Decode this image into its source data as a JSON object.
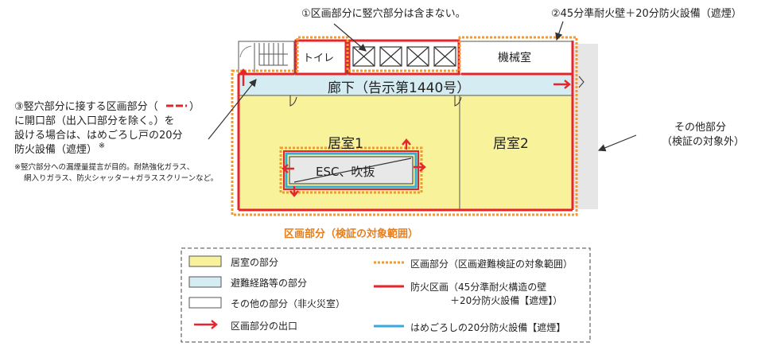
{
  "annotations": {
    "note1": "①区画部分に竪穴部分は含まない。",
    "note2": "②45分準耐火壁＋20分防火設備（遮煙）",
    "note3_line1": "③竪穴部分に接する区画部分（",
    "note3_line1_end": "）",
    "note3_line2": "に開口部（出入口部分を除く。）を",
    "note3_line3": "設ける場合は、はめごろし戸の20分",
    "note3_line4": "防火設備（遮煙）",
    "note3_mark": "※",
    "footnote_line1": "※竪穴部分への漏煙量提言が目的。耐熱強化ガラス、",
    "footnote_line2": "網入りガラス、防火シャッター+ガラススクリーンなど。",
    "other_part_line1": "その他部分",
    "other_part_line2": "（検証の対象外）",
    "section_label": "区画部分（検証の対象範囲）"
  },
  "rooms": {
    "toilet": "トイレ",
    "machine_room": "機械室",
    "corridor": "廊下（告示第1440号）",
    "room1": "居室1",
    "room2": "居室2",
    "esc": "ESC、吹抜"
  },
  "legend": {
    "items": [
      {
        "label": "居室の部分",
        "swatch": "#f8f29a"
      },
      {
        "label": "避難経路等の部分",
        "swatch": "#d4ecf2"
      },
      {
        "label": "その他の部分（非火災室）",
        "swatch": "#ffffff"
      },
      {
        "label": "区画部分の出口",
        "swatch": "#e8242b"
      },
      {
        "label": "区画部分（区画避難検証の対象範囲）",
        "swatch": "#f29a2e"
      },
      {
        "label": "防火区画（45分準耐火構造の壁",
        "swatch": "#e8242b"
      },
      {
        "label": "＋20分防火設備【遮煙】）",
        "swatch": ""
      },
      {
        "label": "はめごろしの20分防火設備【遮煙】",
        "swatch": "#39a9dc"
      }
    ]
  },
  "colors": {
    "room_yellow": "#f8f29a",
    "corridor_blue": "#d4ecf2",
    "fire_red": "#e8242b",
    "orange_dotted": "#f29a2e",
    "glass_blue": "#39a9dc",
    "gray_other": "#e6e6e6"
  }
}
